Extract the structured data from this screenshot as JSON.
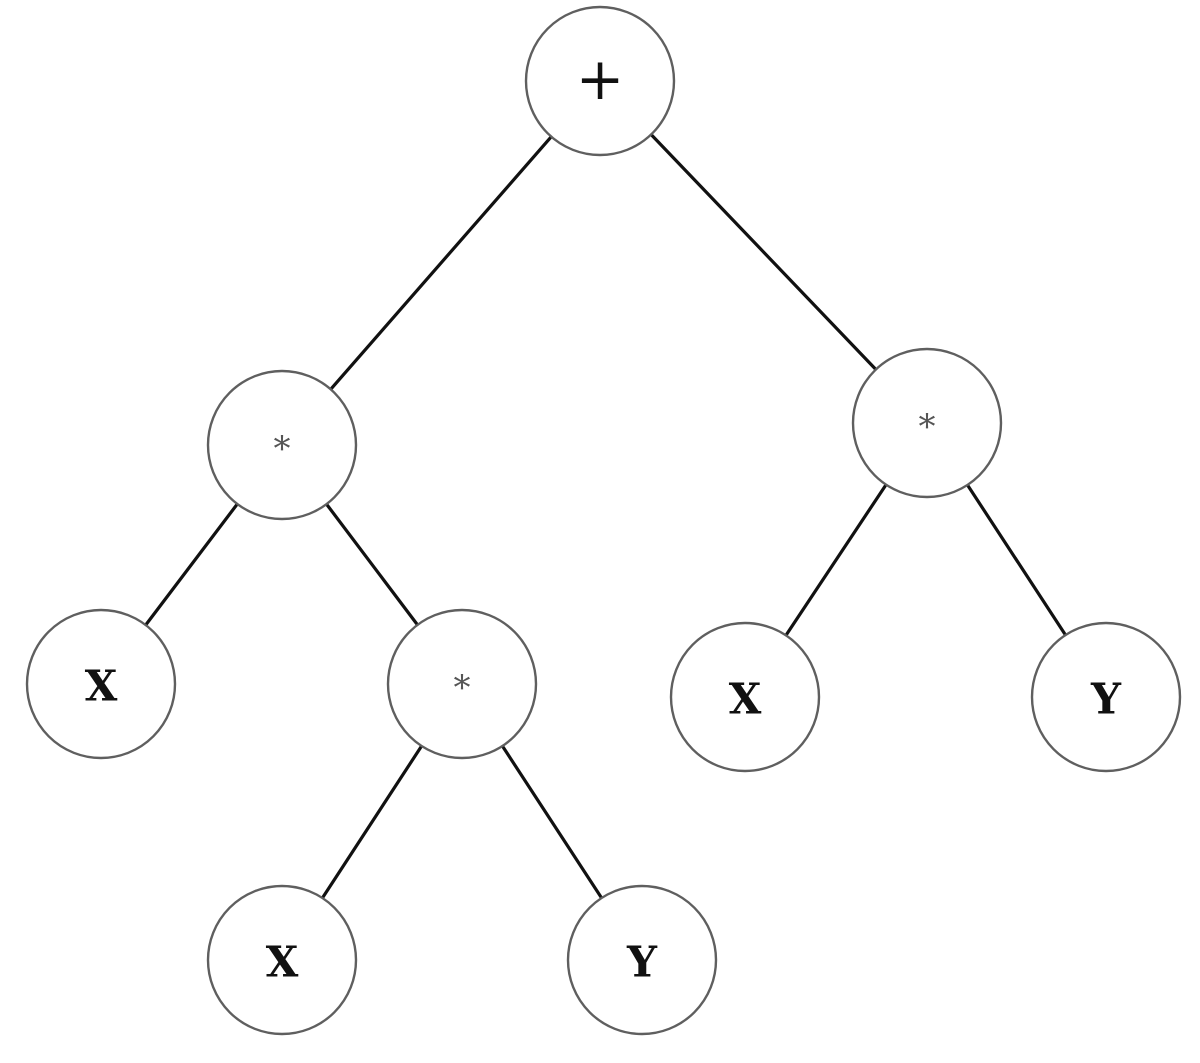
{
  "tree": {
    "nodes": [
      {
        "id": "root",
        "label": "+",
        "kind": "operator-plus"
      },
      {
        "id": "left-mul",
        "label": "*",
        "kind": "operator-star"
      },
      {
        "id": "right-mul",
        "label": "*",
        "kind": "operator-star"
      },
      {
        "id": "left-x",
        "label": "X",
        "kind": "variable"
      },
      {
        "id": "inner-mul",
        "label": "*",
        "kind": "operator-star"
      },
      {
        "id": "right-x",
        "label": "X",
        "kind": "variable"
      },
      {
        "id": "right-y",
        "label": "Y",
        "kind": "variable"
      },
      {
        "id": "inner-x",
        "label": "X",
        "kind": "variable"
      },
      {
        "id": "inner-y",
        "label": "Y",
        "kind": "variable"
      }
    ],
    "edges": [
      {
        "from": "root",
        "to": "left-mul"
      },
      {
        "from": "root",
        "to": "right-mul"
      },
      {
        "from": "left-mul",
        "to": "left-x"
      },
      {
        "from": "left-mul",
        "to": "inner-mul"
      },
      {
        "from": "inner-mul",
        "to": "inner-x"
      },
      {
        "from": "inner-mul",
        "to": "inner-y"
      },
      {
        "from": "right-mul",
        "to": "right-x"
      },
      {
        "from": "right-mul",
        "to": "right-y"
      }
    ]
  }
}
